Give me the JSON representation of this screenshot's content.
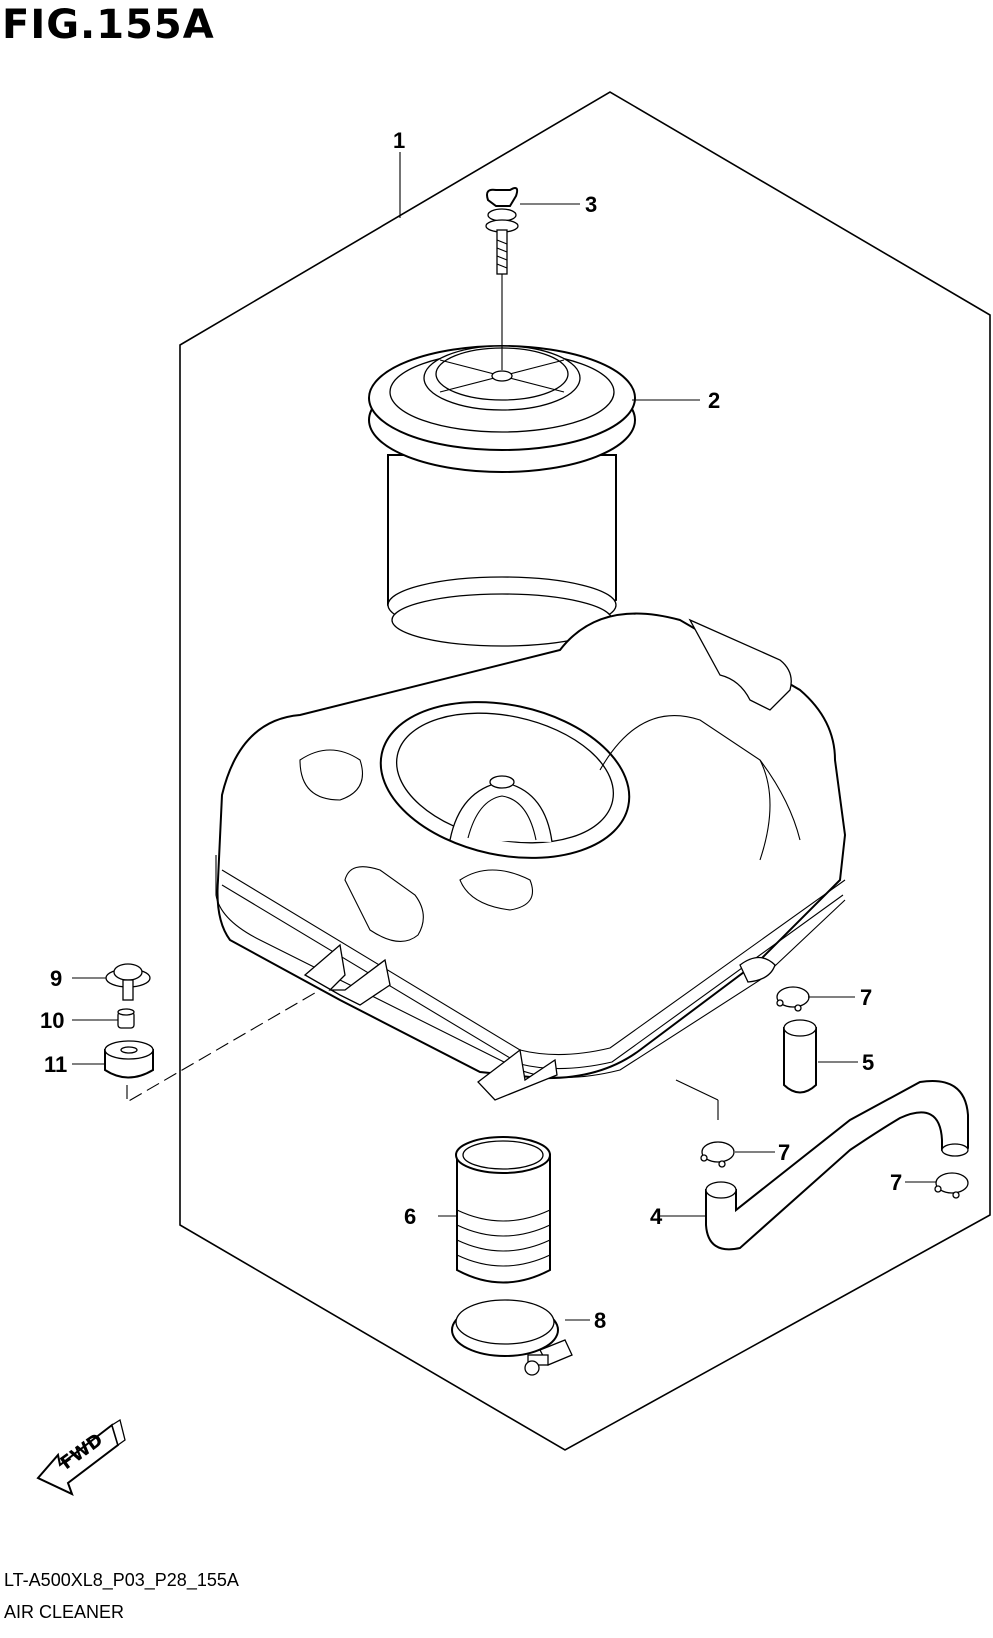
{
  "figure": {
    "title": "FIG.155A",
    "code": "LT-A500XL8_P03_P28_155A",
    "name": "AIR CLEANER"
  },
  "callouts": {
    "c1": "1",
    "c2": "2",
    "c3": "3",
    "c4": "4",
    "c5": "5",
    "c6": "6",
    "c7a": "7",
    "c7b": "7",
    "c7c": "7",
    "c8": "8",
    "c9": "9",
    "c10": "10",
    "c11": "11"
  },
  "fwd_label": "FWD"
}
